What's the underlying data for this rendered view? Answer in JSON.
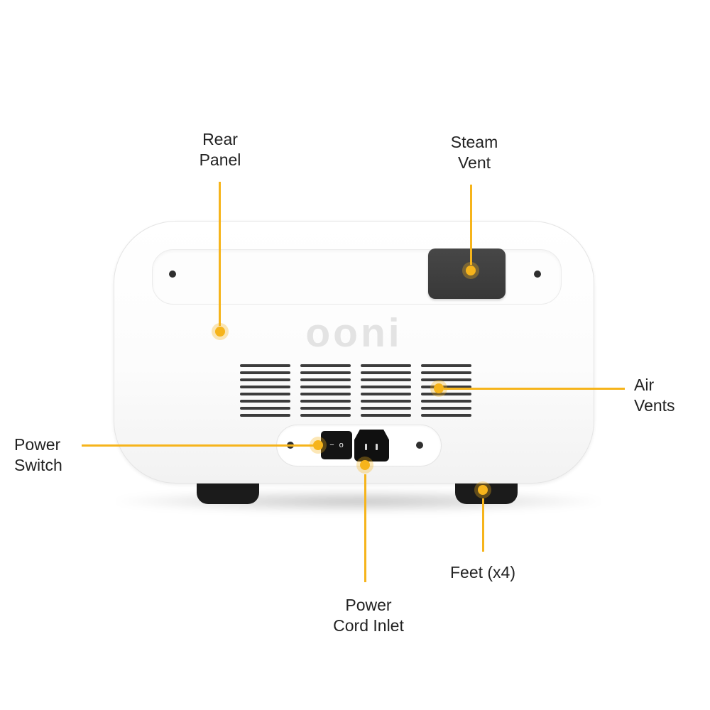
{
  "colors": {
    "accent": "#F6B41B",
    "accent_halo": "rgba(246,180,27,0.32)",
    "text": "#222222",
    "device_dark": "#3C3C3C",
    "logo_gray": "#E3E3E3"
  },
  "device": {
    "brand_logo": "ooni",
    "air_vents": {
      "columns": 4,
      "rows": 8
    },
    "power_switch_marks": {
      "on": "−",
      "off": "o"
    }
  },
  "callouts": [
    {
      "id": "rear-panel",
      "label": "Rear\nPanel"
    },
    {
      "id": "steam-vent",
      "label": "Steam\nVent"
    },
    {
      "id": "air-vents",
      "label": "Air\nVents"
    },
    {
      "id": "power-switch",
      "label": "Power\nSwitch"
    },
    {
      "id": "power-cord-inlet",
      "label": "Power\nCord Inlet"
    },
    {
      "id": "feet",
      "label": "Feet (x4)"
    }
  ]
}
